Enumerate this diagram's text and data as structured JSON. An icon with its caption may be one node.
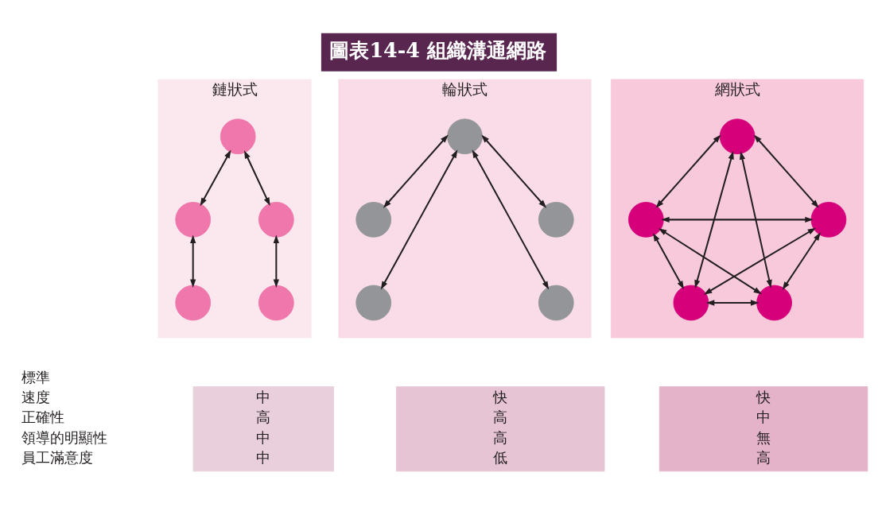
{
  "diagram": {
    "title": "圖表14-4 組織溝通網路",
    "nodes": [
      {
        "text": [
          "鏈狀式"
        ]
      },
      {
        "text": [],
        "shape": "circle",
        "in": 0
      },
      {
        "text": [],
        "shape": "circle",
        "in": 0
      },
      {
        "text": [],
        "shape": "circle",
        "in": 0
      },
      {
        "text": [],
        "shape": "circle",
        "in": 0
      },
      {
        "text": [],
        "shape": "circle",
        "in": 0
      },
      {
        "text": [
          "輪狀式"
        ]
      },
      {
        "text": [],
        "shape": "circle",
        "in": 6
      },
      {
        "text": [],
        "shape": "circle",
        "in": 6
      },
      {
        "text": [],
        "shape": "circle",
        "in": 6
      },
      {
        "text": [],
        "shape": "circle",
        "in": 6
      },
      {
        "text": [],
        "shape": "circle",
        "in": 6
      },
      {
        "text": [
          "網狀式"
        ]
      },
      {
        "text": [],
        "shape": "circle",
        "in": 12
      },
      {
        "text": [],
        "shape": "circle",
        "in": 12
      },
      {
        "text": [],
        "shape": "circle",
        "in": 12
      },
      {
        "text": [],
        "shape": "circle",
        "in": 12
      },
      {
        "text": [],
        "shape": "circle",
        "in": 12
      },
      {
        "text": [
          "中",
          "高",
          "中",
          "中"
        ]
      },
      {
        "text": [
          "快",
          "高",
          "高",
          "低"
        ]
      },
      {
        "text": [
          "快",
          "中",
          "無",
          "高"
        ]
      }
    ],
    "edges": [
      {
        "from": 1,
        "to": 2,
        "arrow": "both"
      },
      {
        "from": 1,
        "to": 3,
        "arrow": "both"
      },
      {
        "from": 2,
        "to": 4,
        "arrow": "both"
      },
      {
        "from": 3,
        "to": 5,
        "arrow": "both"
      },
      {
        "from": 7,
        "to": 8,
        "arrow": "both"
      },
      {
        "from": 7,
        "to": 10,
        "arrow": "both"
      },
      {
        "from": 7,
        "to": 11,
        "arrow": "both"
      },
      {
        "from": 7,
        "to": 9,
        "arrow": "both"
      },
      {
        "from": 13,
        "to": 14,
        "arrow": "both"
      },
      {
        "from": 13,
        "to": 16,
        "arrow": "both"
      },
      {
        "from": 13,
        "to": 17,
        "arrow": "both"
      },
      {
        "from": 13,
        "to": 15,
        "arrow": "both"
      },
      {
        "from": 14,
        "to": 15,
        "arrow": "both"
      },
      {
        "from": 14,
        "to": 16,
        "arrow": "both"
      },
      {
        "from": 14,
        "to": 17,
        "arrow": "both"
      },
      {
        "from": 15,
        "to": 16,
        "arrow": "both"
      },
      {
        "from": 15,
        "to": 17,
        "arrow": "both"
      },
      {
        "from": 16,
        "to": 17,
        "arrow": "both"
      }
    ],
    "labels": [
      "標準",
      "速度",
      "正確性",
      "領導的明顯性",
      "員工滿意度"
    ]
  }
}
